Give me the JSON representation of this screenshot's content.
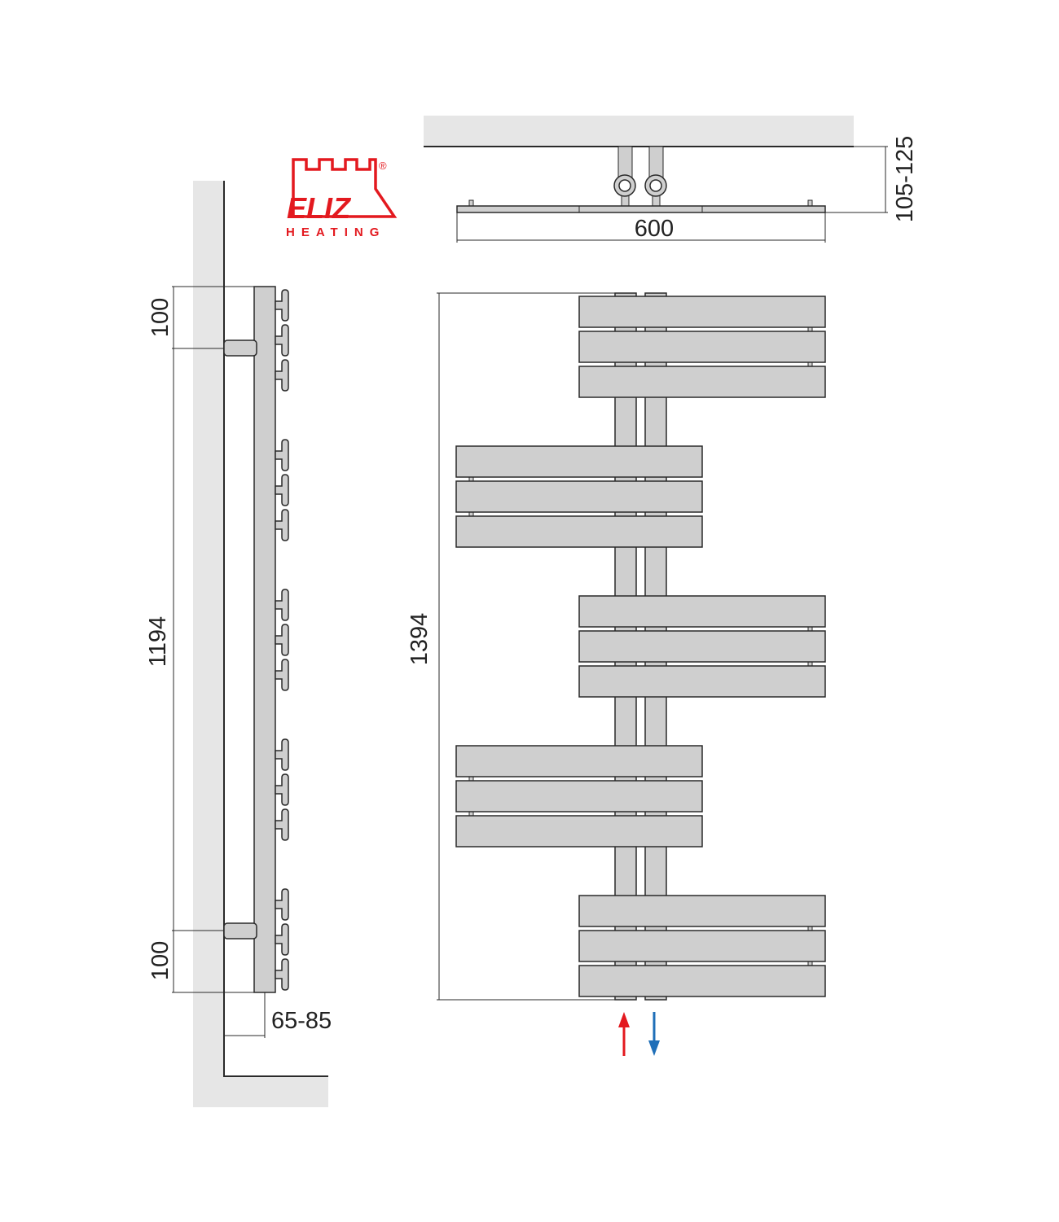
{
  "logo": {
    "brand": "ELIZ",
    "subtitle": "HEATING",
    "registered": "®",
    "color": "#e3191f"
  },
  "dimensions": {
    "width": "600",
    "depth": "105-125",
    "height": "1394",
    "axis_distance": "1194",
    "top_offset": "100",
    "bottom_offset": "100",
    "wall_distance": "65-85"
  },
  "arrows": {
    "supply_color": "#e3191f",
    "return_color": "#1f6fb8"
  },
  "colors": {
    "panel": "#cfcfcf",
    "wall": "#e6e6e6",
    "line": "#2a2a2a"
  }
}
